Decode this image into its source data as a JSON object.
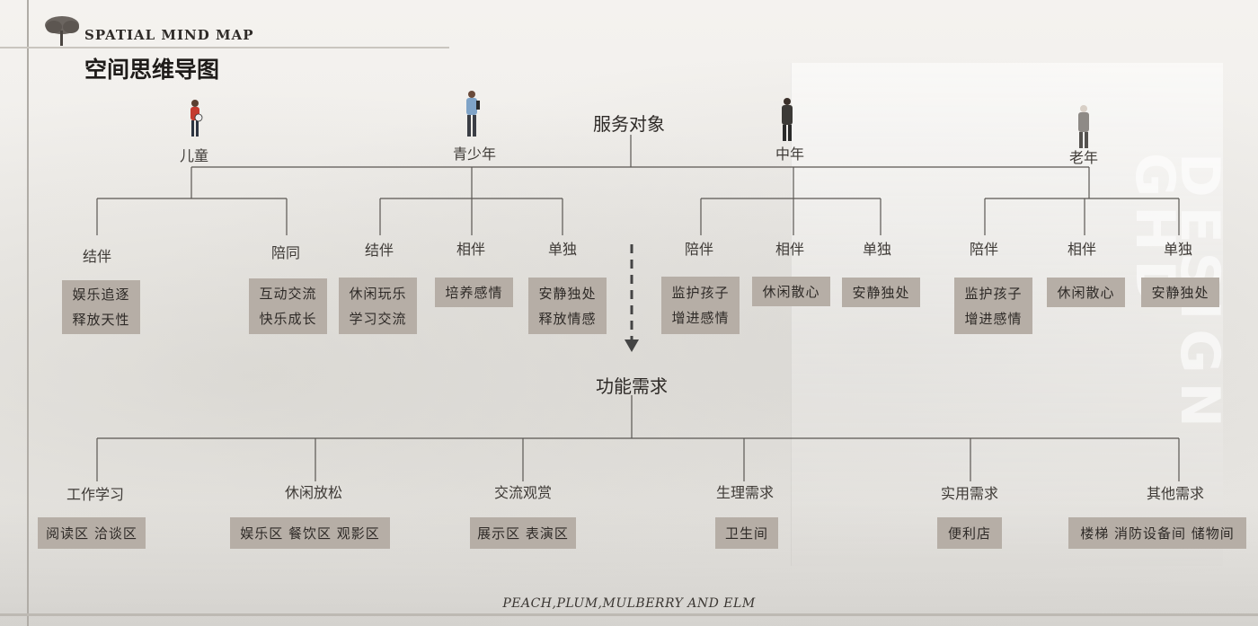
{
  "header": {
    "title_en": "SPATIAL MIND MAP",
    "title_cn": "空间思维导图"
  },
  "root": {
    "label": "服务对象"
  },
  "groups": [
    {
      "label": "儿童",
      "subs": [
        {
          "label": "结伴",
          "box": [
            "娱乐追逐",
            "释放天性"
          ]
        },
        {
          "label": "陪同",
          "box": [
            "互动交流",
            "快乐成长"
          ]
        }
      ]
    },
    {
      "label": "青少年",
      "subs": [
        {
          "label": "结伴",
          "box": [
            "休闲玩乐",
            "学习交流"
          ]
        },
        {
          "label": "相伴",
          "box": [
            "培养感情"
          ]
        },
        {
          "label": "单独",
          "box": [
            "安静独处",
            "释放情感"
          ]
        }
      ]
    },
    {
      "label": "中年",
      "subs": [
        {
          "label": "陪伴",
          "box": [
            "监护孩子",
            "增进感情"
          ]
        },
        {
          "label": "相伴",
          "box": [
            "休闲散心"
          ]
        },
        {
          "label": "单独",
          "box": [
            "安静独处"
          ]
        }
      ]
    },
    {
      "label": "老年",
      "subs": [
        {
          "label": "陪伴",
          "box": [
            "监护孩子",
            "增进感情"
          ]
        },
        {
          "label": "相伴",
          "box": [
            "休闲散心"
          ]
        },
        {
          "label": "单独",
          "box": [
            "安静独处"
          ]
        }
      ]
    }
  ],
  "function": {
    "label": "功能需求",
    "items": [
      {
        "label": "工作学习",
        "box": "阅读区 洽谈区"
      },
      {
        "label": "休闲放松",
        "box": "娱乐区 餐饮区 观影区"
      },
      {
        "label": "交流观赏",
        "box": "展示区 表演区"
      },
      {
        "label": "生理需求",
        "box": "卫生间"
      },
      {
        "label": "实用需求",
        "box": "便利店"
      },
      {
        "label": "其他需求",
        "box": "楼梯 消防设备间 储物间"
      }
    ]
  },
  "footer": "PEACH,PLUM,MULBERRY AND ELM",
  "colors": {
    "box": "#b6aea6",
    "line": "#5a5652",
    "background": "#f1efec"
  }
}
